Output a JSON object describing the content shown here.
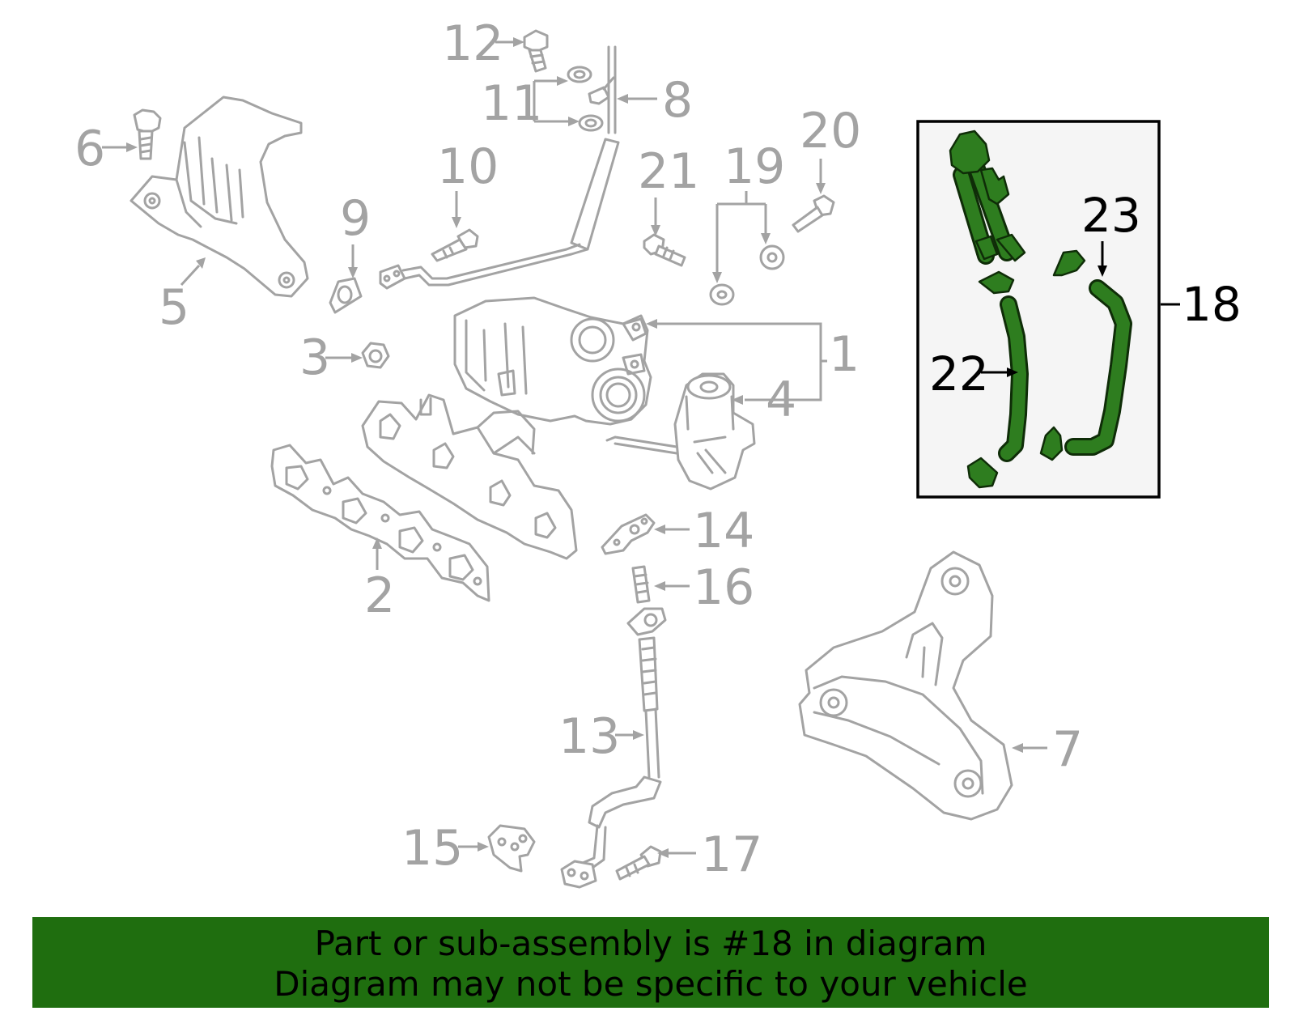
{
  "callouts": {
    "c1": "1",
    "c2": "2",
    "c3": "3",
    "c4": "4",
    "c5": "5",
    "c6": "6",
    "c7": "7",
    "c8": "8",
    "c9": "9",
    "c10": "10",
    "c11": "11",
    "c12": "12",
    "c13": "13",
    "c14": "14",
    "c15": "15",
    "c16": "16",
    "c17": "17",
    "c18": "18",
    "c19": "19",
    "c20": "20",
    "c21": "21",
    "c22": "22",
    "c23": "23"
  },
  "highlight": {
    "part_number": "18",
    "color": "#2e7d1f"
  },
  "colors": {
    "line_art": "#a3a3a3",
    "banner": "#1f6e0f",
    "inset_background": "#f5f5f5"
  },
  "footer": {
    "line1": "Part or sub-assembly is #18 in diagram",
    "line2": "Diagram may not be specific to your vehicle"
  }
}
